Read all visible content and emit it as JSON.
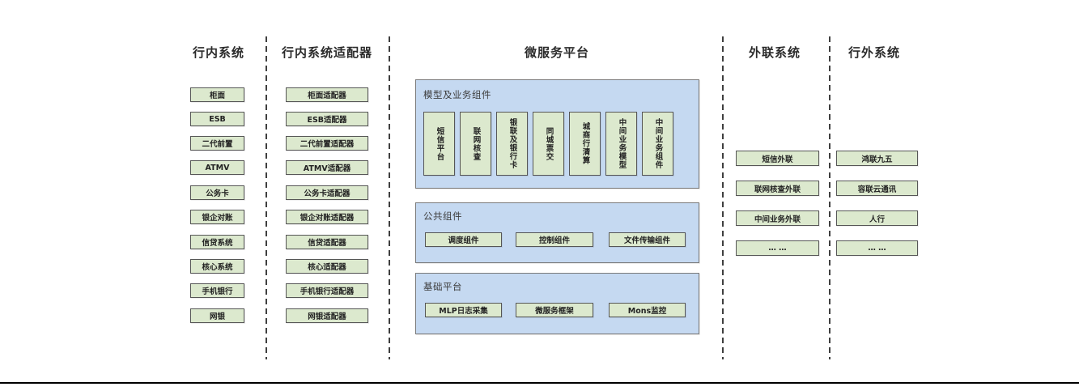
{
  "columns": {
    "inbank": {
      "title": "行内系统",
      "items": [
        "柜面",
        "ESB",
        "二代前置",
        "ATMV",
        "公务卡",
        "银企对账",
        "信贷系统",
        "核心系统",
        "手机银行",
        "网银"
      ]
    },
    "adapters": {
      "title": "行内系统适配器",
      "items": [
        "柜面适配器",
        "ESB适配器",
        "二代前置适配器",
        "ATMV适配器",
        "公务卡适配器",
        "银企对账适配器",
        "信贷适配器",
        "核心适配器",
        "手机银行适配器",
        "网银适配器"
      ]
    },
    "platform": {
      "title": "微服务平台",
      "groups": {
        "model": {
          "label": "模型及业务组件",
          "items": [
            "短信平台",
            "联网核查",
            "银联及银行卡",
            "同城票交",
            "城商行清算",
            "中间业务模型",
            "中间业务组件"
          ]
        },
        "common": {
          "label": "公共组件",
          "items": [
            "调度组件",
            "控制组件",
            "文件传输组件"
          ]
        },
        "base": {
          "label": "基础平台",
          "items": [
            "MLP日志采集",
            "微服务框架",
            "Mons监控"
          ]
        }
      }
    },
    "external_link": {
      "title": "外联系统",
      "items": [
        "短信外联",
        "联网核查外联",
        "中间业务外联",
        "… …"
      ]
    },
    "outbank": {
      "title": "行外系统",
      "items": [
        "鸿联九五",
        "容联云通讯",
        "人行",
        "… …"
      ]
    }
  },
  "colors": {
    "green_fill": "#dce9ce",
    "green_border": "#565656",
    "blue_fill": "#c5d9f1",
    "blue_border": "#7a7a7a",
    "divider": "#3f3f3f",
    "baseline": "#000000"
  }
}
